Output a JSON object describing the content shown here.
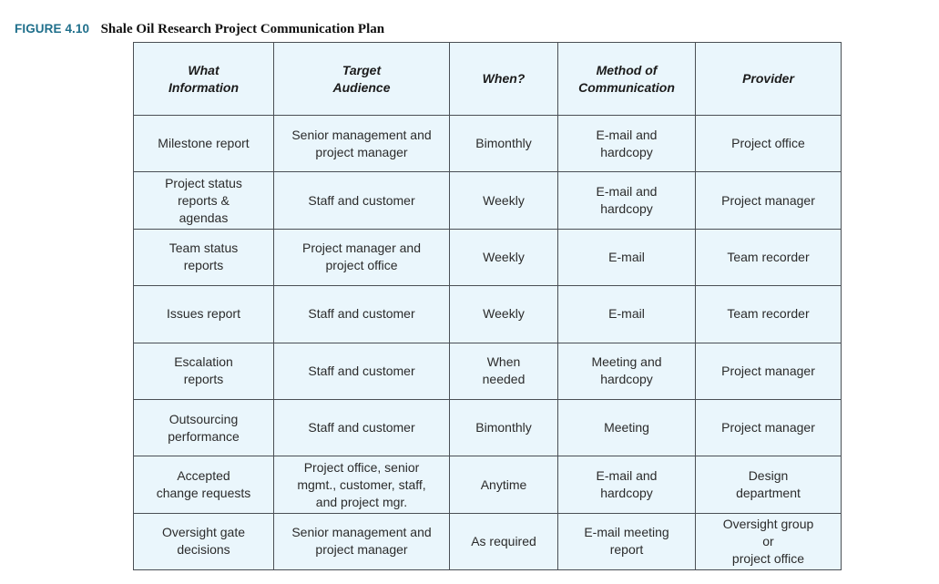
{
  "figure": {
    "label": "FIGURE 4.10",
    "title": "Shale Oil Research Project Communication Plan"
  },
  "columns": [
    "What\nInformation",
    "Target\nAudience",
    "When?",
    "Method of\nCommunication",
    "Provider"
  ],
  "rows": [
    [
      "Milestone report",
      "Senior management and\nproject manager",
      "Bimonthly",
      "E-mail and\nhardcopy",
      "Project office"
    ],
    [
      "Project status\nreports &\nagendas",
      "Staff and customer",
      "Weekly",
      "E-mail and\nhardcopy",
      "Project manager"
    ],
    [
      "Team status\nreports",
      "Project manager and\nproject office",
      "Weekly",
      "E-mail",
      "Team recorder"
    ],
    [
      "Issues report",
      "Staff and customer",
      "Weekly",
      "E-mail",
      "Team recorder"
    ],
    [
      "Escalation\nreports",
      "Staff and customer",
      "When\nneeded",
      "Meeting and\nhardcopy",
      "Project manager"
    ],
    [
      "Outsourcing\nperformance",
      "Staff and customer",
      "Bimonthly",
      "Meeting",
      "Project manager"
    ],
    [
      "Accepted\nchange requests",
      "Project office, senior\nmgmt., customer, staff,\nand project mgr.",
      "Anytime",
      "E-mail and\nhardcopy",
      "Design\ndepartment"
    ],
    [
      "Oversight gate\ndecisions",
      "Senior management and\nproject manager",
      "As required",
      "E-mail meeting\nreport",
      "Oversight group\nor\nproject office"
    ]
  ]
}
